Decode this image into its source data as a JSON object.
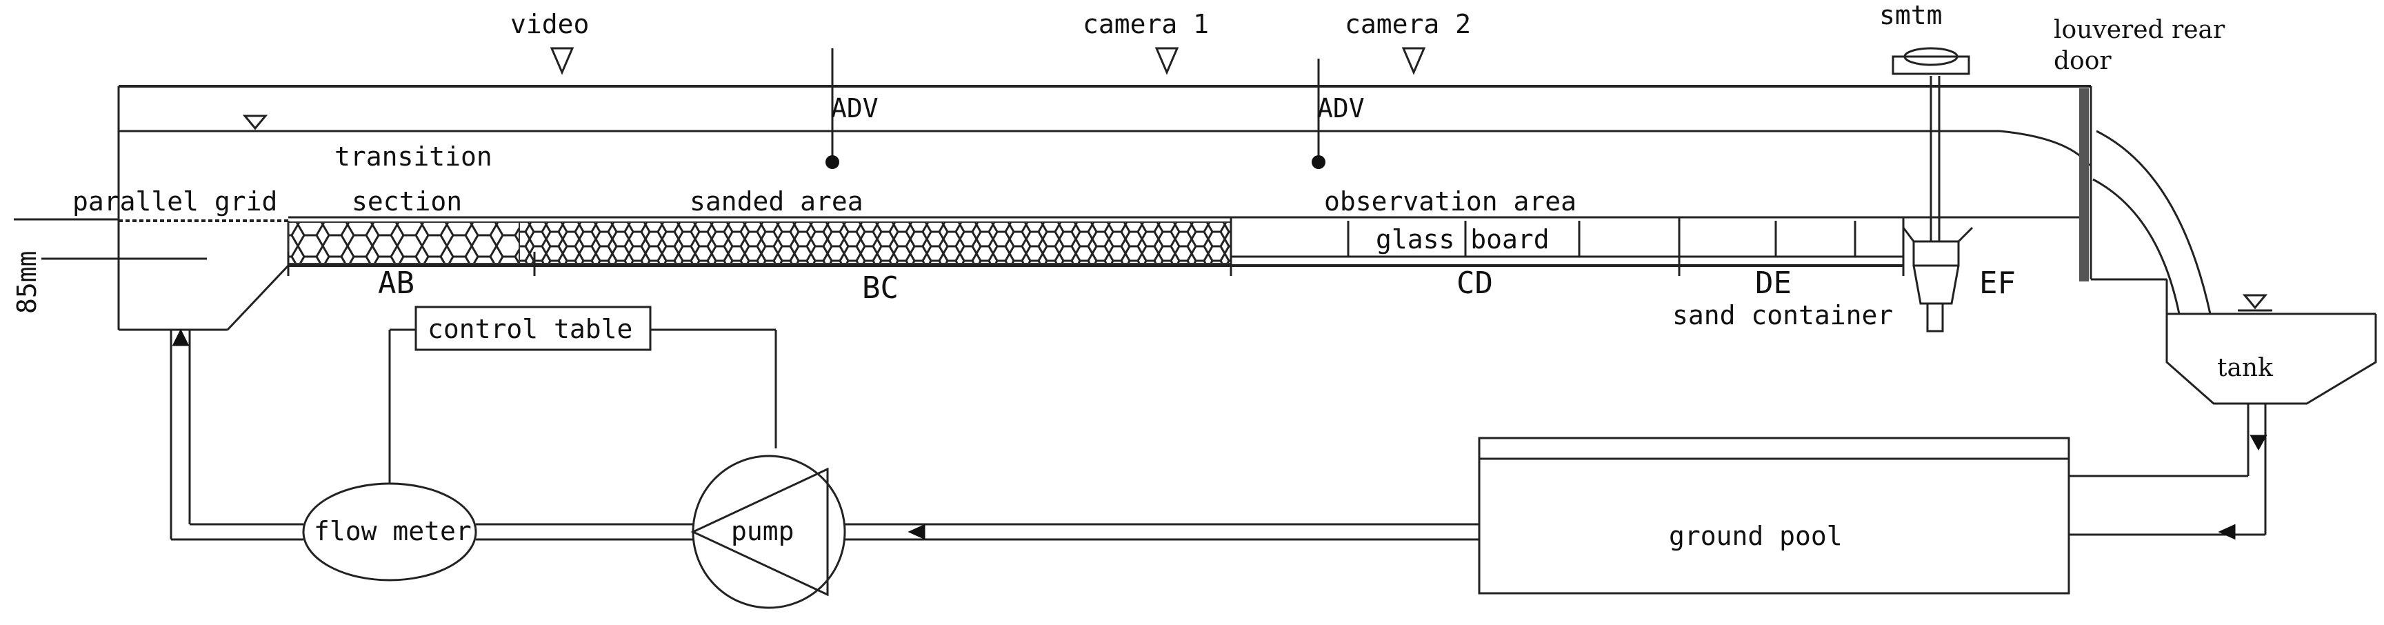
{
  "labels": {
    "video": "video",
    "camera1": "camera 1",
    "camera2": "camera 2",
    "smtm": "smtm",
    "louvered_door": [
      "louvered rear",
      "door"
    ],
    "adv1": "ADV",
    "adv2": "ADV",
    "transition_section": [
      "transition",
      "section"
    ],
    "parallel_grid": "parallel grid",
    "sanded_area": "sanded area",
    "observation_area": "observation area",
    "glass_board": "glass board",
    "height": "85mm",
    "ab": "AB",
    "bc": "BC",
    "cd": "CD",
    "de": "DE",
    "ef": "EF",
    "sand_container": "sand container",
    "control_table": "control table",
    "tank": "tank",
    "flow_meter": "flow meter",
    "pump": "pump",
    "ground_pool": "ground pool"
  }
}
